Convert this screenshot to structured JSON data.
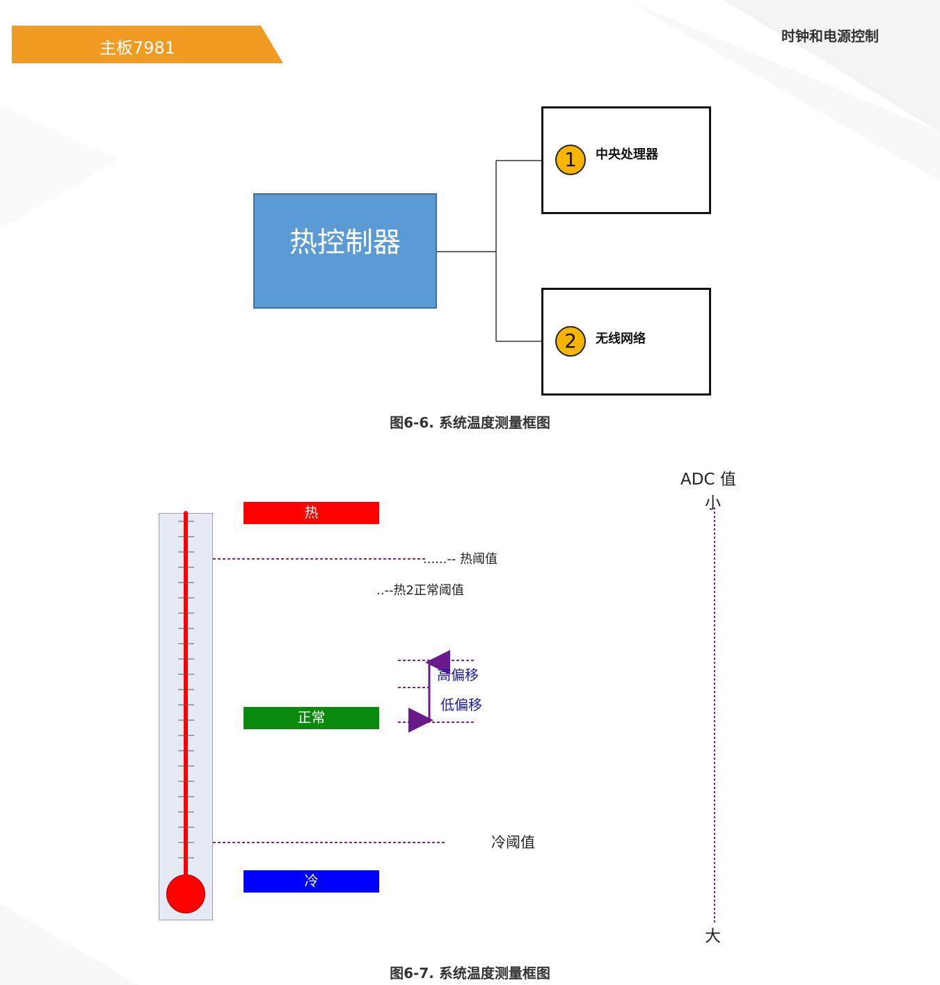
{
  "header": {
    "board_label": "主板7981",
    "section_title": "时钟和电源控制"
  },
  "diagram1": {
    "controller_label": "热控制器",
    "targets": [
      {
        "number": "1",
        "label": "中央处理器"
      },
      {
        "number": "2",
        "label": "无线网络"
      }
    ],
    "caption": "图6-6. 系统温度测量框图"
  },
  "diagram2": {
    "levels": {
      "hot": "热",
      "normal": "正常",
      "cold": "冷"
    },
    "thresholds": {
      "hot_threshold": "......-- 热阈值",
      "hot_to_normal": "..--热2正常阈值",
      "cold_threshold": "冷阈值"
    },
    "offsets": {
      "high": "高偏移",
      "low": "低偏移"
    },
    "adc_axis": {
      "title": "ADC 值",
      "top": "小",
      "bottom": "大"
    },
    "caption": "图6-7. 系统温度测量框图"
  },
  "colors": {
    "header_orange": "#f29b23",
    "controller_blue": "#5b9bd5",
    "circle_yellow": "#f7b500",
    "hot_red": "#ff0000",
    "normal_green": "#0a8a0a",
    "cold_blue": "#0000ff",
    "threshold_purple": "#8b1a8b",
    "offset_text_blue": "#1a1aa8"
  }
}
